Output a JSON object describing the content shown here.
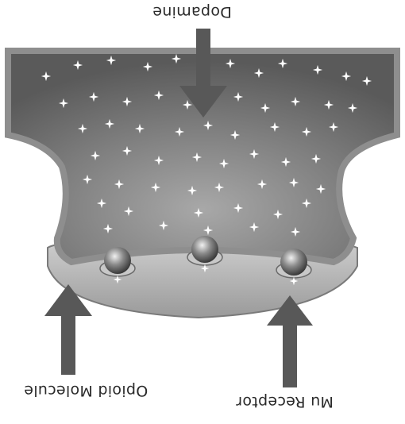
{
  "labels": {
    "dopamine": "Dopamine",
    "opioid": "Opioid Molecule",
    "mu_receptor": "Mu Receptor"
  },
  "colors": {
    "arrow": "#585858",
    "membrane": "#8c8c8c",
    "cleft_dark": "#4a4a4a",
    "cleft_light": "#9a9a9a",
    "receptor_base": "#b9b9b9"
  },
  "icons": {
    "particles": "plus-sparkle",
    "molecule": "sphere"
  }
}
